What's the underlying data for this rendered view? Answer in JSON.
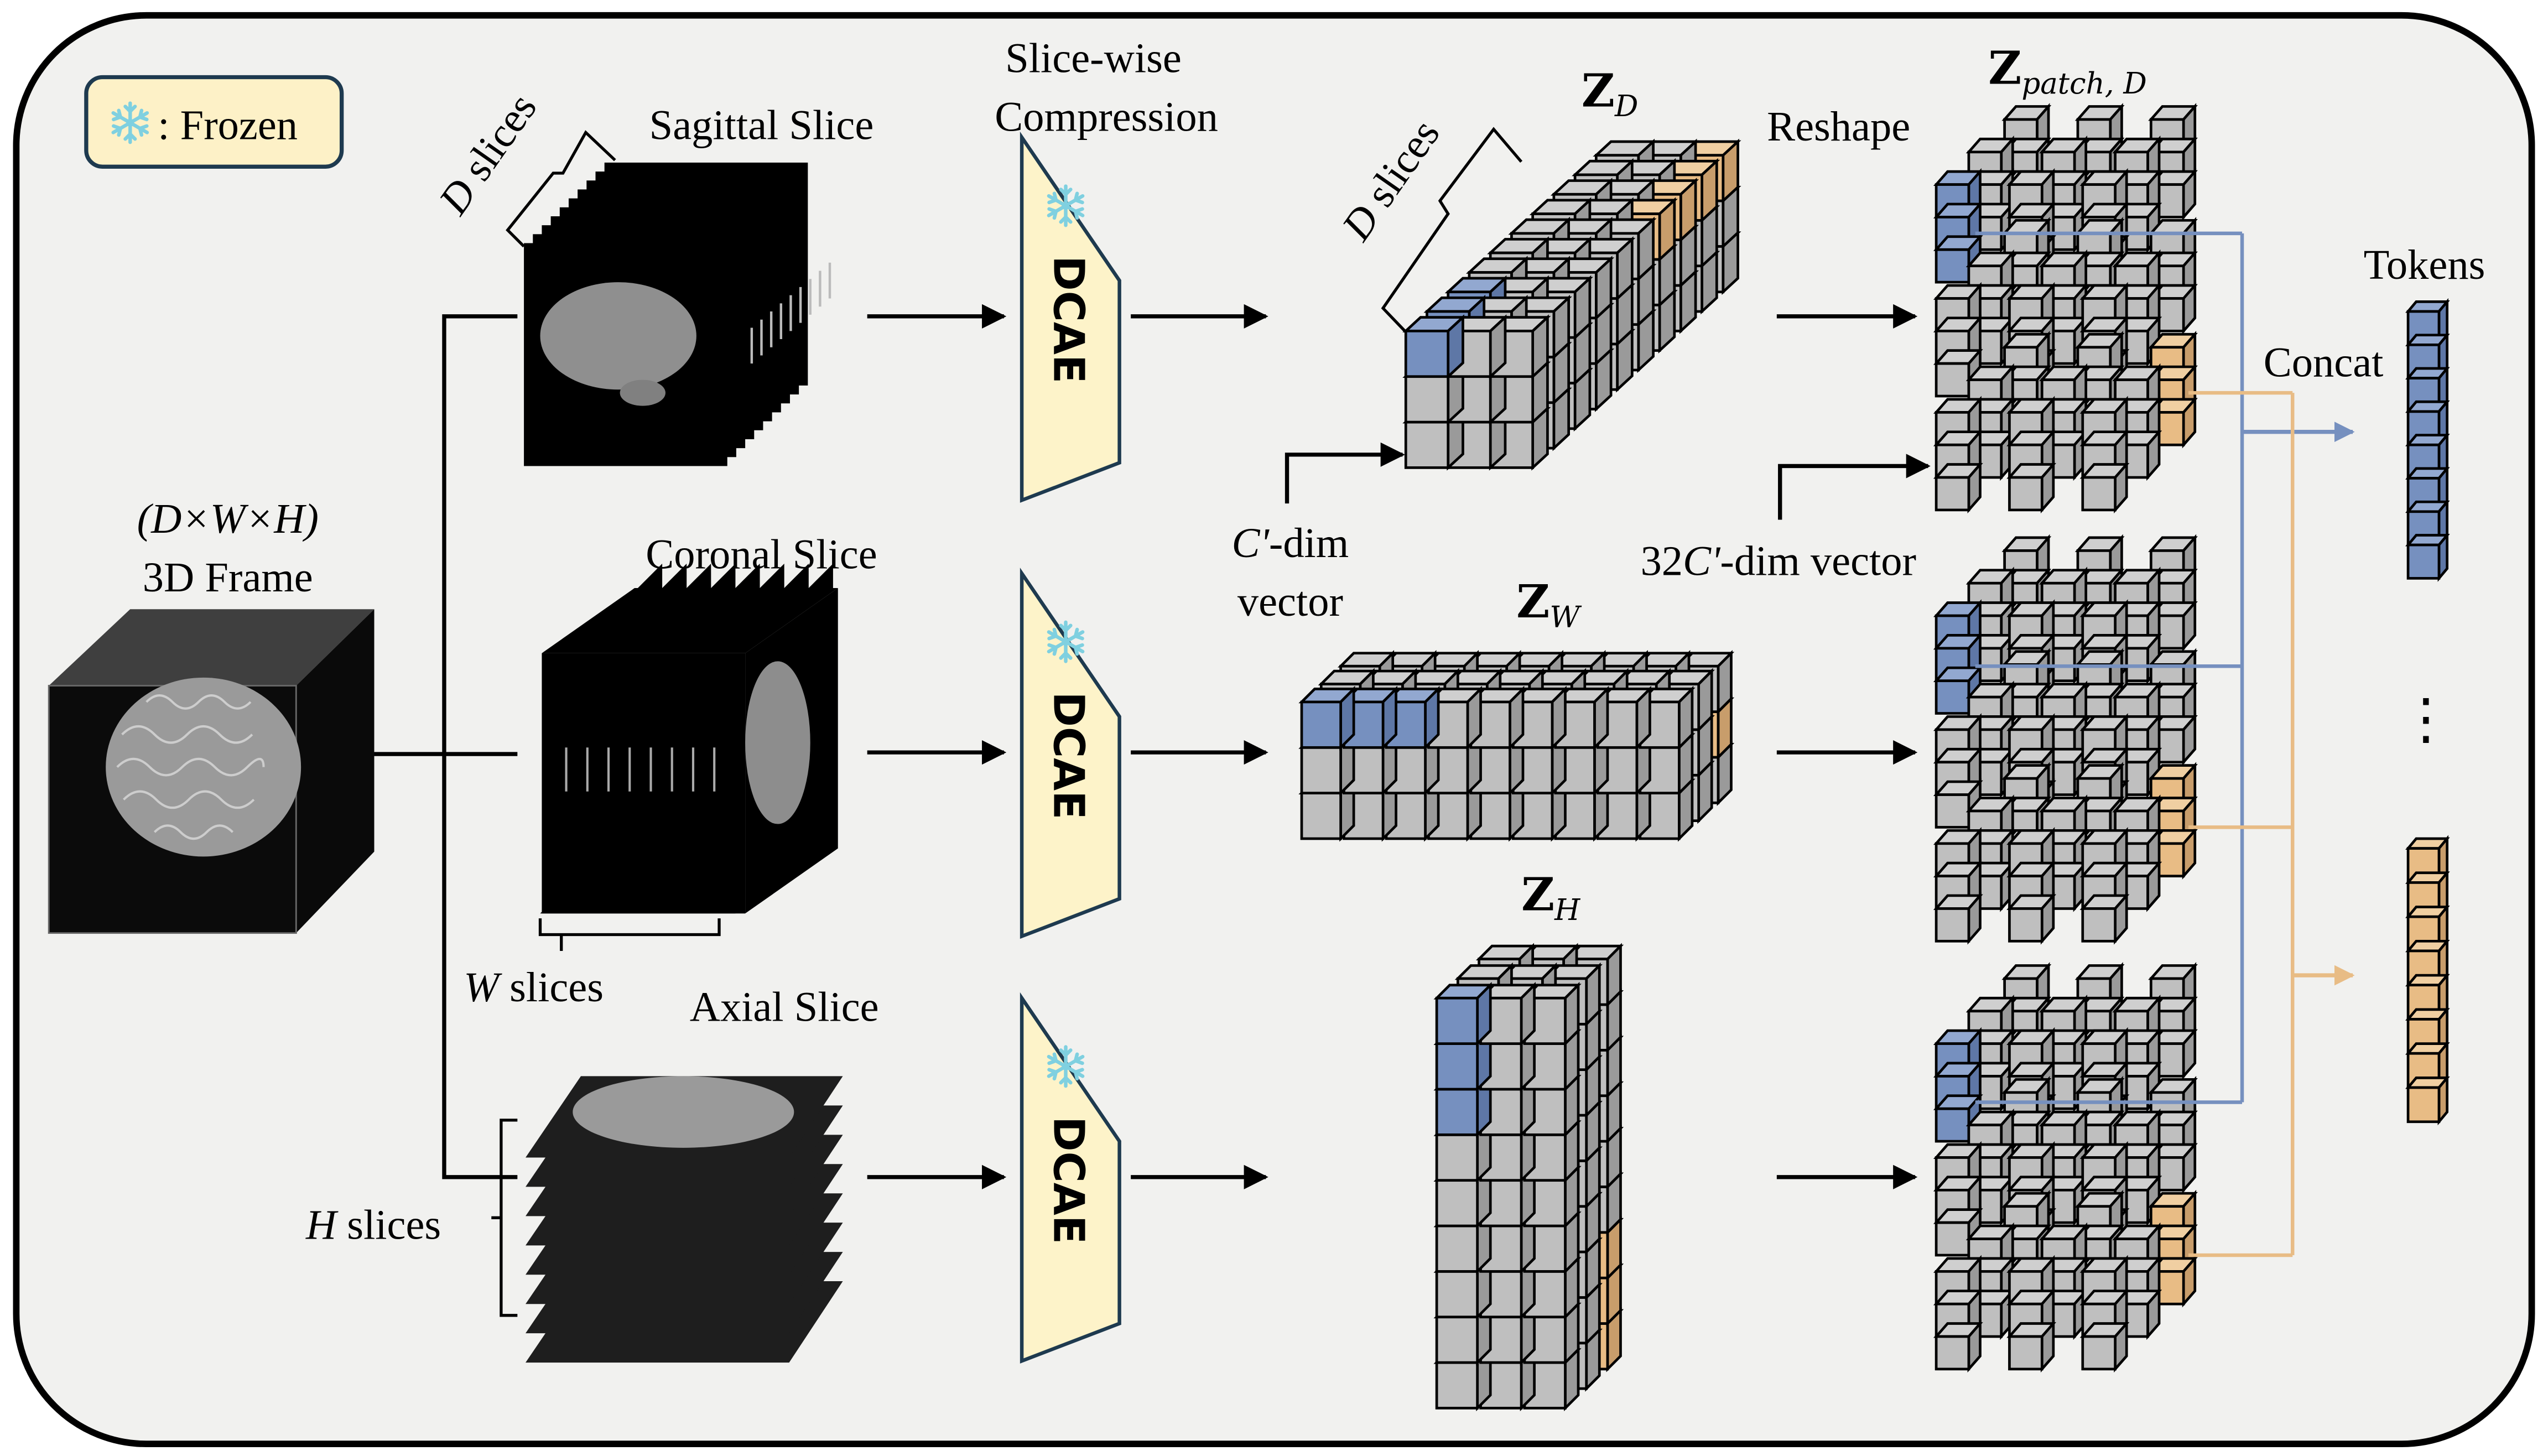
{
  "legend": {
    "icon": "snowflake-icon",
    "label": ": Frozen"
  },
  "input": {
    "dims": "(D×W×H)",
    "title": "3D Frame"
  },
  "branches": [
    {
      "name": "sagittal",
      "slice_label": "Sagittal Slice",
      "count_var": "D",
      "count_suffix": " slices",
      "encoder": "DCAE",
      "latent_symbol": "Z",
      "latent_sub": "D"
    },
    {
      "name": "coronal",
      "slice_label": "Coronal Slice",
      "count_var": "W",
      "count_suffix": " slices",
      "encoder": "DCAE",
      "latent_symbol": "Z",
      "latent_sub": "W"
    },
    {
      "name": "axial",
      "slice_label": "Axial Slice",
      "count_var": "H",
      "count_suffix": " slices",
      "encoder": "DCAE",
      "latent_symbol": "Z",
      "latent_sub": "H"
    }
  ],
  "compression_label": [
    "Slice-wise",
    "Compression"
  ],
  "latent_slices_label": {
    "var": "D",
    "suffix": " slices"
  },
  "cdim_label": {
    "line1_var": "C'",
    "line1_suffix": "-dim",
    "line2": "vector"
  },
  "reshape_label": "Reshape",
  "patch_label": {
    "symbol": "Z",
    "sub": "patch, D"
  },
  "cdim32_label": {
    "prefix": "32",
    "var": "C'",
    "suffix": "-dim vector"
  },
  "concat_label": "Concat",
  "tokens_label": "Tokens",
  "ellipsis": "⋮",
  "colors": {
    "background": "#f1f1ef",
    "frame_border": "#000000",
    "cube_gray": "#bfbfbf",
    "cube_gray_side": "#9a9a9a",
    "cube_gray_top": "#cfcfcf",
    "cube_blue": "#7690bf",
    "cube_blue_side": "#5e77a6",
    "cube_blue_top": "#92a8d0",
    "cube_orange": "#e8bc85",
    "cube_orange_side": "#c89d6b",
    "cube_orange_top": "#f0cfa2",
    "encoder_fill": "#fdf3c9",
    "encoder_stroke": "#1e3a4f",
    "legend_fill": "#fdf1c7",
    "legend_stroke": "#1e3a4f",
    "snowflake": "#7fd0e0",
    "blue_line": "#7690bf",
    "orange_line": "#e8bc85"
  }
}
